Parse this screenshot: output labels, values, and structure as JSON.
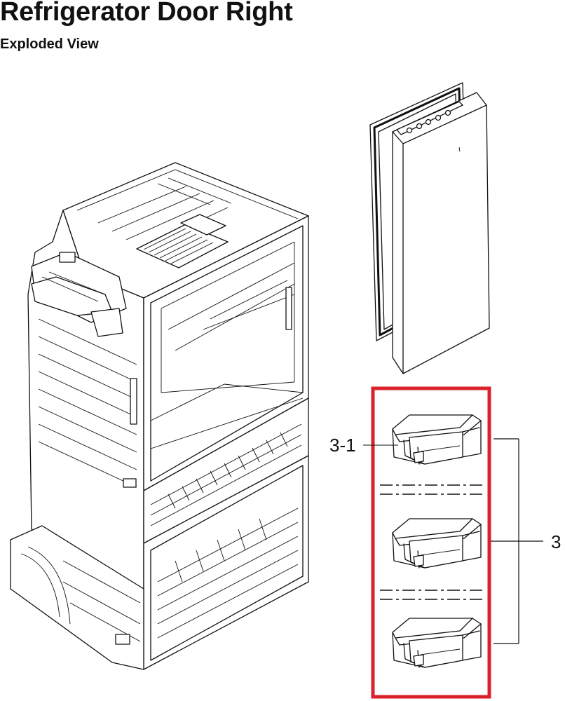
{
  "title": "Refrigerator Door Right",
  "subtitle": "Exploded View",
  "callouts": {
    "sub_part": "3-1",
    "part": "3"
  },
  "colors": {
    "highlight_box": "#d9222a",
    "line": "#111111",
    "background": "#ffffff"
  }
}
